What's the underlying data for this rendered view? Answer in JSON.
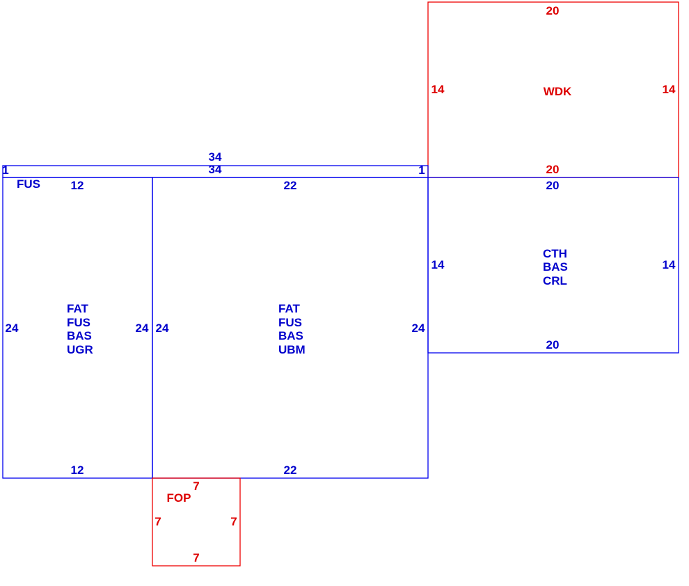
{
  "colors": {
    "primary": "#0000cc",
    "secondary": "#dd0000"
  },
  "wdk": {
    "name": "WDK",
    "top": "20",
    "left": "14",
    "right": "14",
    "bottom": "20"
  },
  "strip": {
    "top": "34",
    "inner": "34",
    "left": "1",
    "right": "1",
    "name": "FUS"
  },
  "ugr": {
    "top": "12",
    "left": "24",
    "right": "24",
    "bottom": "12",
    "codes": [
      "FAT",
      "FUS",
      "BAS",
      "UGR"
    ]
  },
  "ubm": {
    "top": "22",
    "left": "24",
    "right": "24",
    "bottom": "22",
    "codes": [
      "FAT",
      "FUS",
      "BAS",
      "UBM"
    ]
  },
  "cth": {
    "top": "20",
    "left": "14",
    "right": "14",
    "bottom": "20",
    "codes": [
      "CTH",
      "BAS",
      "CRL"
    ]
  },
  "fop": {
    "name": "FOP",
    "top": "7",
    "left": "7",
    "right": "7",
    "bottom": "7"
  }
}
